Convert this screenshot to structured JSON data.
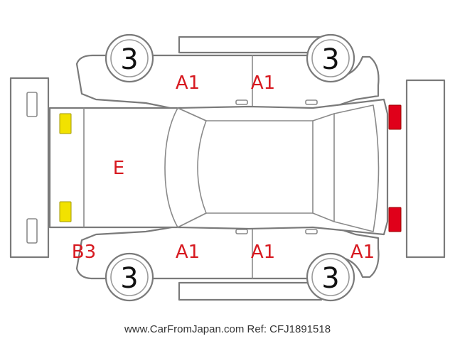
{
  "colors": {
    "code_text": "#d71920",
    "yellow_marker": "#f2e200",
    "red_marker": "#e0001a",
    "outline": "#7a7a7a"
  },
  "wheels": {
    "front_left": "3",
    "rear_left": "3",
    "front_right": "3",
    "rear_right": "3"
  },
  "labels": {
    "rear_bumper_corner": "E",
    "rear_corner_bottom": "B3",
    "upper_door_rear": "A1",
    "upper_door_front": "A1",
    "lower_door_rear": "A1",
    "lower_door_front": "A1",
    "front_fender_lower": "A1"
  },
  "markers": {
    "rear_lights": "yellow-marker",
    "front_lights": "red-marker"
  },
  "footer": {
    "text": "www.CarFromJapan.com Ref: CFJ1891518"
  }
}
